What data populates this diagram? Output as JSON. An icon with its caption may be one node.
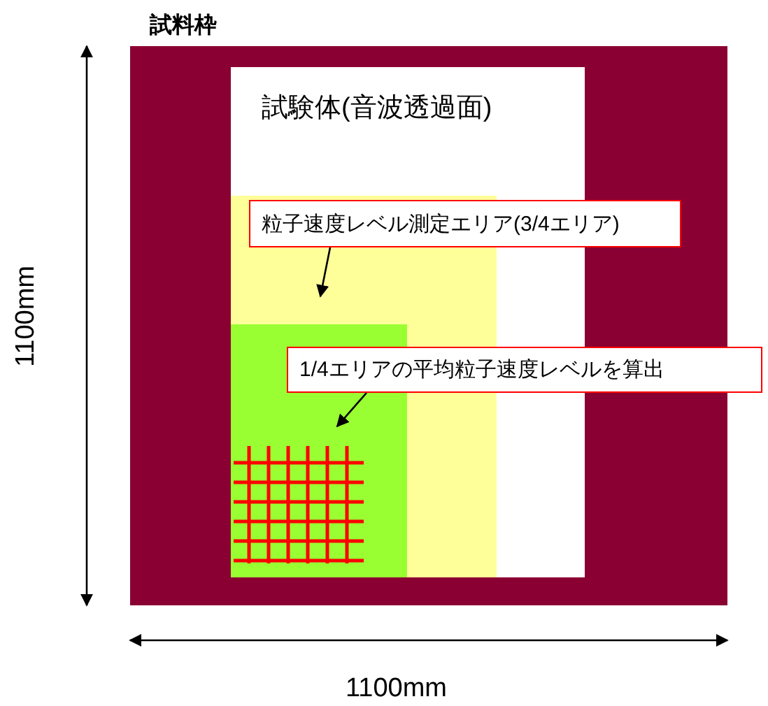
{
  "diagram": {
    "nodes": [
      {
        "text": [
          "試料枠"
        ]
      },
      {
        "text": [
          "試験体(音波透過面)"
        ],
        "in": 0
      },
      {
        "text": [],
        "shape": "box",
        "in": 1
      },
      {
        "text": [],
        "shape": "box",
        "in": 2
      },
      {
        "text": [
          "粒子速度レベル測定エリア(3/4エリア)"
        ],
        "in": 0
      },
      {
        "text": [
          "1/4エリアの平均粒子速度レベルを算出"
        ]
      }
    ],
    "edges": [
      {
        "from": 4,
        "to": 2,
        "arrow": "to"
      },
      {
        "from": 5,
        "to": 3,
        "arrow": "to"
      }
    ],
    "labels": [
      "1100mm",
      "1100mm"
    ]
  }
}
